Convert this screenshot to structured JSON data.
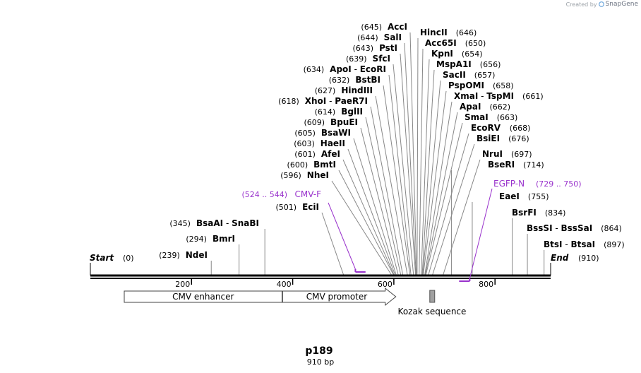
{
  "credit": {
    "text": "Created by",
    "brand": "SnapGene",
    "logo_icon": "snapgene-logo-icon"
  },
  "plasmid": {
    "name": "p189",
    "size": "910 bp"
  },
  "sequence": {
    "start_label": "Start",
    "start_pos": "(0)",
    "end_label": "End",
    "end_pos": "(910)",
    "length": 910
  },
  "ruler": {
    "ticks": [
      "200",
      "400",
      "600",
      "800"
    ],
    "tick_values": [
      200,
      400,
      600,
      800
    ]
  },
  "colors": {
    "primer": "#9932cc",
    "feature_line": "#888888",
    "text": "#000000"
  },
  "sites": [
    {
      "name": "NdeI",
      "pos": "(239)",
      "bp": 239,
      "side": "left"
    },
    {
      "name": "BmrI",
      "pos": "(294)",
      "bp": 294,
      "side": "left"
    },
    {
      "name": "BsaAI - SnaBI",
      "pos": "(345)",
      "bp": 345,
      "side": "left"
    },
    {
      "name": "EciI",
      "pos": "(501)",
      "bp": 501,
      "side": "left"
    },
    {
      "name": "NheI",
      "pos": "(596)",
      "bp": 596,
      "side": "left"
    },
    {
      "name": "BmtI",
      "pos": "(600)",
      "bp": 600,
      "side": "left"
    },
    {
      "name": "AfeI",
      "pos": "(601)",
      "bp": 601,
      "side": "left"
    },
    {
      "name": "HaeII",
      "pos": "(603)",
      "bp": 603,
      "side": "left"
    },
    {
      "name": "BsaWI",
      "pos": "(605)",
      "bp": 605,
      "side": "left"
    },
    {
      "name": "BpuEI",
      "pos": "(609)",
      "bp": 609,
      "side": "left"
    },
    {
      "name": "BglII",
      "pos": "(614)",
      "bp": 614,
      "side": "left"
    },
    {
      "name": "XhoI - PaeR7I",
      "pos": "(618)",
      "bp": 618,
      "side": "left"
    },
    {
      "name": "HindIII",
      "pos": "(627)",
      "bp": 627,
      "side": "left"
    },
    {
      "name": "BstBI",
      "pos": "(632)",
      "bp": 632,
      "side": "left"
    },
    {
      "name": "ApoI - EcoRI",
      "pos": "(634)",
      "bp": 634,
      "side": "left"
    },
    {
      "name": "SfcI",
      "pos": "(639)",
      "bp": 639,
      "side": "left"
    },
    {
      "name": "PstI",
      "pos": "(643)",
      "bp": 643,
      "side": "left"
    },
    {
      "name": "SalI",
      "pos": "(644)",
      "bp": 644,
      "side": "left"
    },
    {
      "name": "AccI",
      "pos": "(645)",
      "bp": 645,
      "side": "left"
    },
    {
      "name": "HincII",
      "pos": "(646)",
      "bp": 646,
      "side": "right"
    },
    {
      "name": "Acc65I",
      "pos": "(650)",
      "bp": 650,
      "side": "right"
    },
    {
      "name": "KpnI",
      "pos": "(654)",
      "bp": 654,
      "side": "right"
    },
    {
      "name": "MspA1I",
      "pos": "(656)",
      "bp": 656,
      "side": "right"
    },
    {
      "name": "SacII",
      "pos": "(657)",
      "bp": 657,
      "side": "right"
    },
    {
      "name": "PspOMI",
      "pos": "(658)",
      "bp": 658,
      "side": "right"
    },
    {
      "name": "XmaI - TspMI",
      "pos": "(661)",
      "bp": 661,
      "side": "right"
    },
    {
      "name": "ApaI",
      "pos": "(662)",
      "bp": 662,
      "side": "right"
    },
    {
      "name": "SmaI",
      "pos": "(663)",
      "bp": 663,
      "side": "right"
    },
    {
      "name": "EcoRV",
      "pos": "(668)",
      "bp": 668,
      "side": "right"
    },
    {
      "name": "BsiEI",
      "pos": "(676)",
      "bp": 676,
      "side": "right"
    },
    {
      "name": "NruI",
      "pos": "(697)",
      "bp": 697,
      "side": "right"
    },
    {
      "name": "BseRI",
      "pos": "(714)",
      "bp": 714,
      "side": "right"
    },
    {
      "name": "EaeI",
      "pos": "(755)",
      "bp": 755,
      "side": "right"
    },
    {
      "name": "BsrFI",
      "pos": "(834)",
      "bp": 834,
      "side": "right"
    },
    {
      "name": "BssSI - BssSaI",
      "pos": "(864)",
      "bp": 864,
      "side": "right"
    },
    {
      "name": "BtsI - BtsaI",
      "pos": "(897)",
      "bp": 897,
      "side": "right"
    }
  ],
  "primers": [
    {
      "name": "CMV-F",
      "range": "(524 .. 544)",
      "start": 524,
      "end": 544,
      "strand": "forward"
    },
    {
      "name": "EGFP-N",
      "range": "(729 .. 750)",
      "start": 729,
      "end": 750,
      "strand": "reverse"
    }
  ],
  "features": [
    {
      "name": "CMV enhancer",
      "start": 67,
      "end": 379,
      "arrow": false
    },
    {
      "name": "CMV promoter",
      "start": 380,
      "end": 583,
      "arrow": true
    },
    {
      "name": "Kozak sequence",
      "start": 671,
      "end": 680,
      "arrow": false
    }
  ]
}
